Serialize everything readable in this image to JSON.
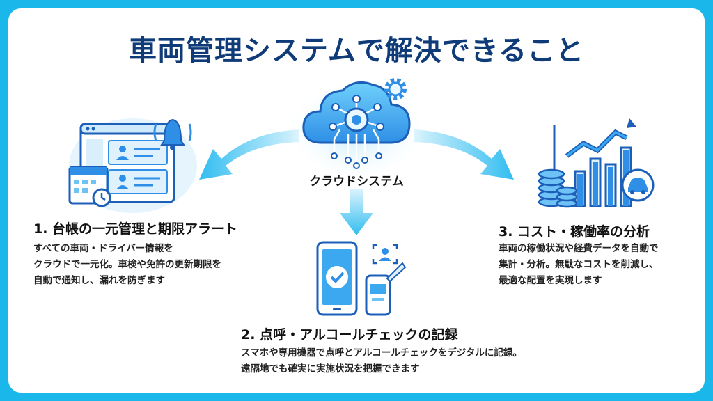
{
  "title": "車両管理システムで解決できること",
  "center_label": "クラウドシステム",
  "colors": {
    "frame": "#1ab8ea",
    "title": "#0f3c78",
    "accent": "#29a9ee",
    "arrow": "#3cc2f2"
  },
  "sections": [
    {
      "title": "1. 台帳の一元管理と期限アラート",
      "lines": [
        "すべての車両・ドライバー情報を",
        "クラウドで一元化。車検や免許の更新期限を",
        "自動で通知し、漏れを防ぎます"
      ],
      "icon": "ledger-calendar-bell-icon"
    },
    {
      "title": "2. 点呼・アルコールチェックの記録",
      "lines": [
        "スマホや専用機器で点呼とアルコールチェックをデジタルに記録。",
        "遠隔地でも確実に実施状況を把握できます"
      ],
      "icon": "smartphone-breathalyzer-icon"
    },
    {
      "title": "3. コスト・稼働率の分析",
      "lines": [
        "車両の稼働状況や経費データを自動で",
        "集計・分析。無駄なコストを削減し、",
        "最適な配置を実現します"
      ],
      "icon": "coins-chart-car-icon"
    }
  ]
}
